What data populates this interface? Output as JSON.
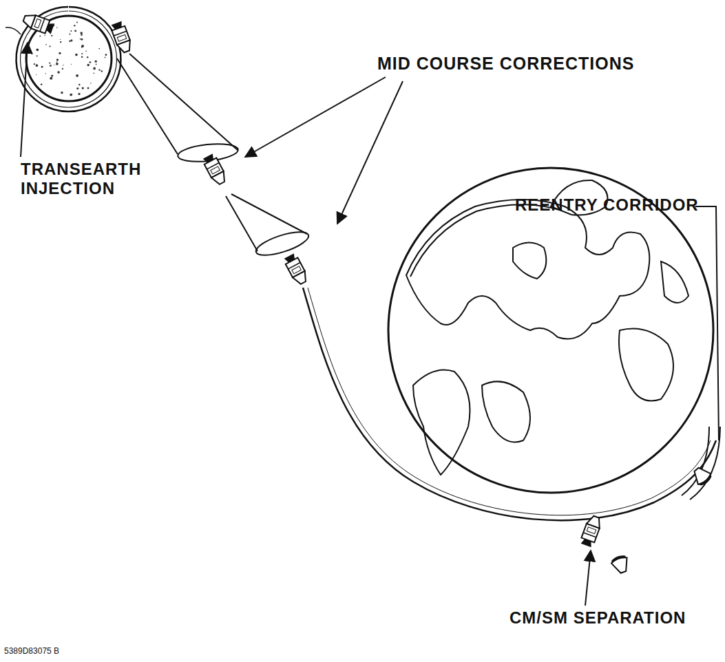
{
  "diagram": {
    "labels": [
      "TRANSEARTH INJECTION",
      "MID COURSE CORRECTIONS",
      "REENTRY CORRIDOR",
      "CM/SM SEPARATION",
      "5389D83075 B"
    ]
  }
}
